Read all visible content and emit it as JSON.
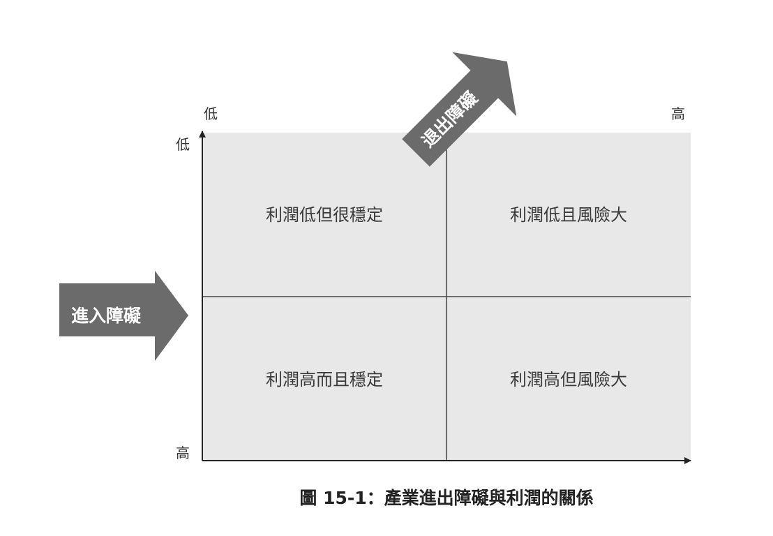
{
  "diagram": {
    "top_axis": {
      "low": "低",
      "high": "高"
    },
    "left_axis": {
      "low": "低",
      "high": "高"
    },
    "exit_barrier_label": "退出障礙",
    "entry_barrier_label": "進入障礙",
    "quadrants": {
      "top_left": "利潤低但很穩定",
      "top_right": "利潤低且風險大",
      "bottom_left": "利潤高而且穩定",
      "bottom_right": "利潤高但風險大"
    },
    "caption": "圖 15-1：產業進出障礙與利潤的關係",
    "colors": {
      "grid_fill": "#e8e8e8",
      "arrow_fill": "#6b6b6b",
      "line": "#333333"
    }
  }
}
